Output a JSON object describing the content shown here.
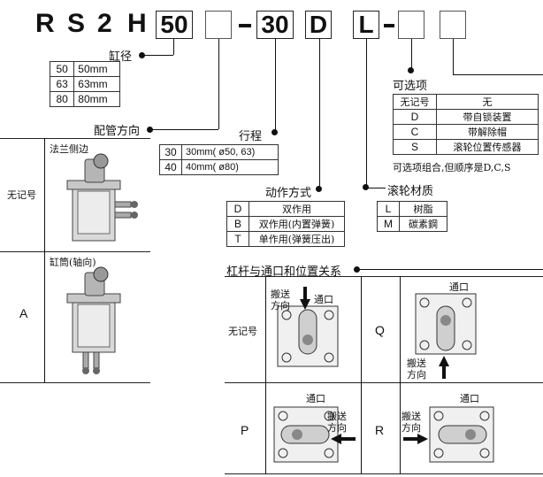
{
  "code": {
    "prefix": [
      "R",
      "S",
      "2",
      "H"
    ],
    "box_bore": "50",
    "box_port": "",
    "sep1": "-",
    "box_stroke": "30",
    "box_action": "D",
    "box_roller": "L",
    "sep2": "-",
    "box_opt1": "",
    "box_opt2": ""
  },
  "bore": {
    "title": "缸径",
    "rows": [
      {
        "code": "50",
        "value": "50mm"
      },
      {
        "code": "63",
        "value": "63mm"
      },
      {
        "code": "80",
        "value": "80mm"
      }
    ]
  },
  "port": {
    "title": "配管方向",
    "rows": [
      {
        "code": "无记号",
        "desc": "法兰侧边"
      },
      {
        "code": "A",
        "desc": "缸筒(轴向)"
      }
    ]
  },
  "stroke": {
    "title": "行程",
    "rows": [
      {
        "code": "30",
        "value": "30mm( ø50, 63)"
      },
      {
        "code": "40",
        "value": "40mm( ø80)"
      }
    ]
  },
  "action": {
    "title": "动作方式",
    "rows": [
      {
        "code": "D",
        "desc": "双作用"
      },
      {
        "code": "B",
        "desc": "双作用(内置弹簧)"
      },
      {
        "code": "T",
        "desc": "单作用(弹簧压出)"
      }
    ]
  },
  "roller": {
    "title": "滚轮材质",
    "rows": [
      {
        "code": "L",
        "desc": "树脂"
      },
      {
        "code": "M",
        "desc": "碳素鋼"
      }
    ]
  },
  "options": {
    "title": "可选项",
    "rows": [
      {
        "code": "无记号",
        "desc": "无"
      },
      {
        "code": "D",
        "desc": "带自锁装置"
      },
      {
        "code": "C",
        "desc": "带解除帽"
      },
      {
        "code": "S",
        "desc": "滚轮位置传感器"
      }
    ],
    "note": "可选项组合,但顺序是D,C,S"
  },
  "lever": {
    "title": "杠杆与通口和位置关系",
    "port_label": "通口",
    "transport_label": "搬送",
    "direction_label": "方向",
    "cells": [
      {
        "code": "无记号"
      },
      {
        "code": "Q"
      },
      {
        "code": "P"
      },
      {
        "code": "R"
      }
    ]
  }
}
